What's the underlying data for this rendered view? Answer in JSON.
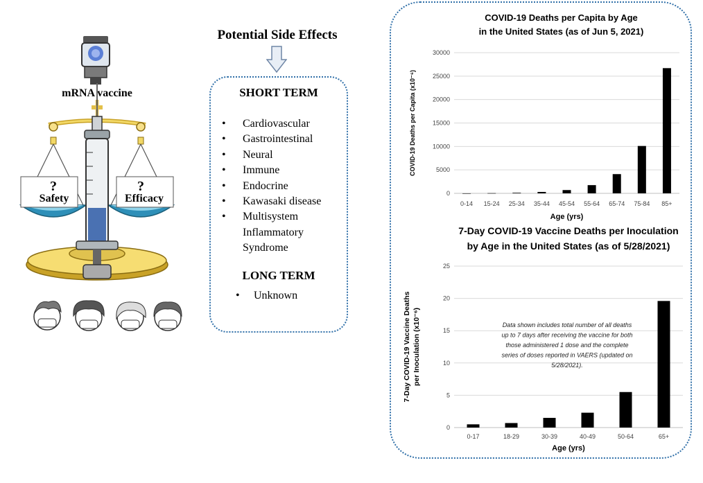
{
  "illustration": {
    "vaccine_label": "mRNA vaccine",
    "safety_label": "Safety",
    "efficacy_label": "Efficacy",
    "question_mark": "?"
  },
  "side_effects": {
    "title": "Potential Side Effects",
    "short_term_heading": "SHORT TERM",
    "short_term_items": [
      "Cardiovascular",
      "Gastrointestinal",
      "Neural",
      "Immune",
      "Endocrine",
      "Kawasaki disease",
      "Multisystem Inflammatory Syndrome"
    ],
    "long_term_heading": "LONG TERM",
    "long_term_items": [
      "Unknown"
    ]
  },
  "chart_data": [
    {
      "type": "bar",
      "title": "COVID-19 Deaths per Capita by Age in the United States (as of Jun 5, 2021)",
      "title_lines": [
        "COVID-19 Deaths per Capita by Age",
        "in the United States (as of Jun 5, 2021)"
      ],
      "xlabel": "Age (yrs)",
      "ylabel": "COVID-19 Deaths per Capita (x10⁻⁶)",
      "categories": [
        "0-14",
        "15-24",
        "25-34",
        "35-44",
        "45-54",
        "55-64",
        "65-74",
        "75-84",
        "85+"
      ],
      "values": [
        5,
        40,
        120,
        300,
        700,
        1750,
        4100,
        10100,
        26700
      ],
      "yticks": [
        "0",
        "5000",
        "10000",
        "15000",
        "20000",
        "25000",
        "30000"
      ],
      "ylim": [
        0,
        30000
      ],
      "grid": true,
      "bar_color": "#000000"
    },
    {
      "type": "bar",
      "title": "7-Day COVID-19 Vaccine Deaths per Inoculation by Age in the United States (as of 5/28/2021)",
      "title_lines": [
        "7-Day COVID-19 Vaccine Deaths per Inoculation",
        "by Age in the United States (as of 5/28/2021)"
      ],
      "xlabel": "Age (yrs)",
      "ylabel": "7-Day COVID-19 Vaccine Deaths per Inoculation (x10⁻⁶)",
      "ylabel_lines": [
        "7-Day COVID-19 Vaccine Deaths",
        "per Inoculation  (x10⁻⁶)"
      ],
      "categories": [
        "0-17",
        "18-29",
        "30-39",
        "40-49",
        "50-64",
        "65+"
      ],
      "values": [
        0.5,
        0.7,
        1.5,
        2.3,
        5.5,
        19.6
      ],
      "yticks": [
        "0",
        "5",
        "10",
        "15",
        "20",
        "25"
      ],
      "ylim": [
        0,
        25
      ],
      "grid": true,
      "bar_color": "#000000",
      "annotation_lines": [
        "Data shown includes total number of all deaths",
        "up to 7 days after receiving the vaccine for both",
        "those administered 1 dose and the complete",
        "series of doses reported in VAERS (updated on",
        "5/28/2021)."
      ]
    }
  ]
}
